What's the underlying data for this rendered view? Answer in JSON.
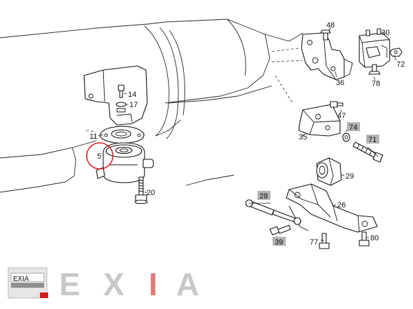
{
  "diagram": {
    "callouts": {
      "c5": "5",
      "c11": "11",
      "c14": "14",
      "c17": "17",
      "c20": "20",
      "c26": "26",
      "c28": "28",
      "c29": "29",
      "c30": "30",
      "c35": "35",
      "c36": "36",
      "c39": "39",
      "c47": "47",
      "c48": "48",
      "c71": "71",
      "c72": "72",
      "c74": "74",
      "c77": "77",
      "c78": "78",
      "c80": "80"
    },
    "highlighted_callouts": [
      "28",
      "39",
      "71",
      "74"
    ],
    "selected_callout": "5",
    "colors": {
      "line": "#111111",
      "highlight_box": "#b3b3b3",
      "selection_ring": "#d42020",
      "brand_gray": "#9a9a9a",
      "brand_red": "#d01c1c"
    }
  },
  "watermark": {
    "badge_text": "EXIA",
    "letters": [
      "E",
      "X",
      "I",
      "A"
    ]
  }
}
